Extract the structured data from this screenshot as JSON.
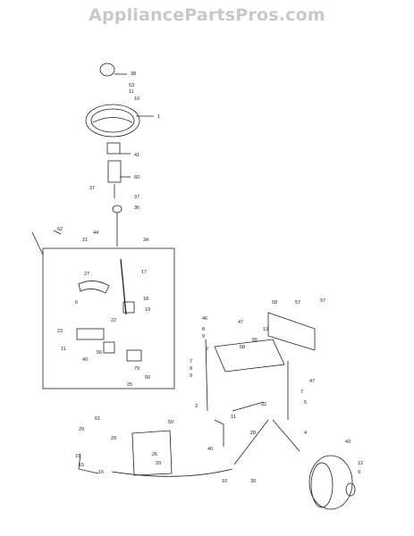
{
  "watermark": "AppliancePartsPros.com",
  "callouts": [
    {
      "id": "c38",
      "text": "38"
    },
    {
      "id": "c53",
      "text": "53"
    },
    {
      "id": "c11a",
      "text": "11"
    },
    {
      "id": "c10a",
      "text": "10"
    },
    {
      "id": "c1",
      "text": "1"
    },
    {
      "id": "c41",
      "text": "41"
    },
    {
      "id": "c60",
      "text": "60"
    },
    {
      "id": "c37a",
      "text": "37"
    },
    {
      "id": "c37b",
      "text": "37"
    },
    {
      "id": "c36",
      "text": "36"
    },
    {
      "id": "c62",
      "text": "62"
    },
    {
      "id": "c44",
      "text": "44"
    },
    {
      "id": "c21",
      "text": "21"
    },
    {
      "id": "c34",
      "text": "34"
    },
    {
      "id": "c17",
      "text": "17"
    },
    {
      "id": "c27",
      "text": "27"
    },
    {
      "id": "c6",
      "text": "6"
    },
    {
      "id": "c18",
      "text": "18"
    },
    {
      "id": "c19",
      "text": "19"
    },
    {
      "id": "c22",
      "text": "22"
    },
    {
      "id": "c23",
      "text": "23"
    },
    {
      "id": "c11b",
      "text": "11"
    },
    {
      "id": "c40",
      "text": "40"
    },
    {
      "id": "c56",
      "text": "56"
    },
    {
      "id": "c79",
      "text": "79"
    },
    {
      "id": "c25",
      "text": "25"
    },
    {
      "id": "c50",
      "text": "50"
    },
    {
      "id": "c46",
      "text": "46"
    },
    {
      "id": "c8a",
      "text": "8"
    },
    {
      "id": "c9a",
      "text": "9"
    },
    {
      "id": "c2",
      "text": "2"
    },
    {
      "id": "c47a",
      "text": "47"
    },
    {
      "id": "c58",
      "text": "58"
    },
    {
      "id": "c57a",
      "text": "57"
    },
    {
      "id": "c57b",
      "text": "57"
    },
    {
      "id": "c13",
      "text": "13"
    },
    {
      "id": "c55",
      "text": "55"
    },
    {
      "id": "c58b",
      "text": "58"
    },
    {
      "id": "c7a",
      "text": "7"
    },
    {
      "id": "c8b",
      "text": "8"
    },
    {
      "id": "c9b",
      "text": "9"
    },
    {
      "id": "c47b",
      "text": "47"
    },
    {
      "id": "c7b",
      "text": "7"
    },
    {
      "id": "c5",
      "text": "5"
    },
    {
      "id": "c3",
      "text": "3"
    },
    {
      "id": "c11c",
      "text": "11"
    },
    {
      "id": "c40b",
      "text": "40"
    },
    {
      "id": "c32",
      "text": "32"
    },
    {
      "id": "c4",
      "text": "4"
    },
    {
      "id": "c43",
      "text": "43"
    },
    {
      "id": "c28",
      "text": "28"
    },
    {
      "id": "c30",
      "text": "30"
    },
    {
      "id": "c12",
      "text": "12"
    },
    {
      "id": "c9c",
      "text": "9"
    },
    {
      "id": "c61",
      "text": "61"
    },
    {
      "id": "c29a",
      "text": "29"
    },
    {
      "id": "c29b",
      "text": "29"
    },
    {
      "id": "c15a",
      "text": "15"
    },
    {
      "id": "c15b",
      "text": "15"
    },
    {
      "id": "c16",
      "text": "16"
    },
    {
      "id": "c26",
      "text": "26"
    },
    {
      "id": "c29c",
      "text": "29"
    },
    {
      "id": "c59",
      "text": "59"
    },
    {
      "id": "c10b",
      "text": "10"
    }
  ]
}
